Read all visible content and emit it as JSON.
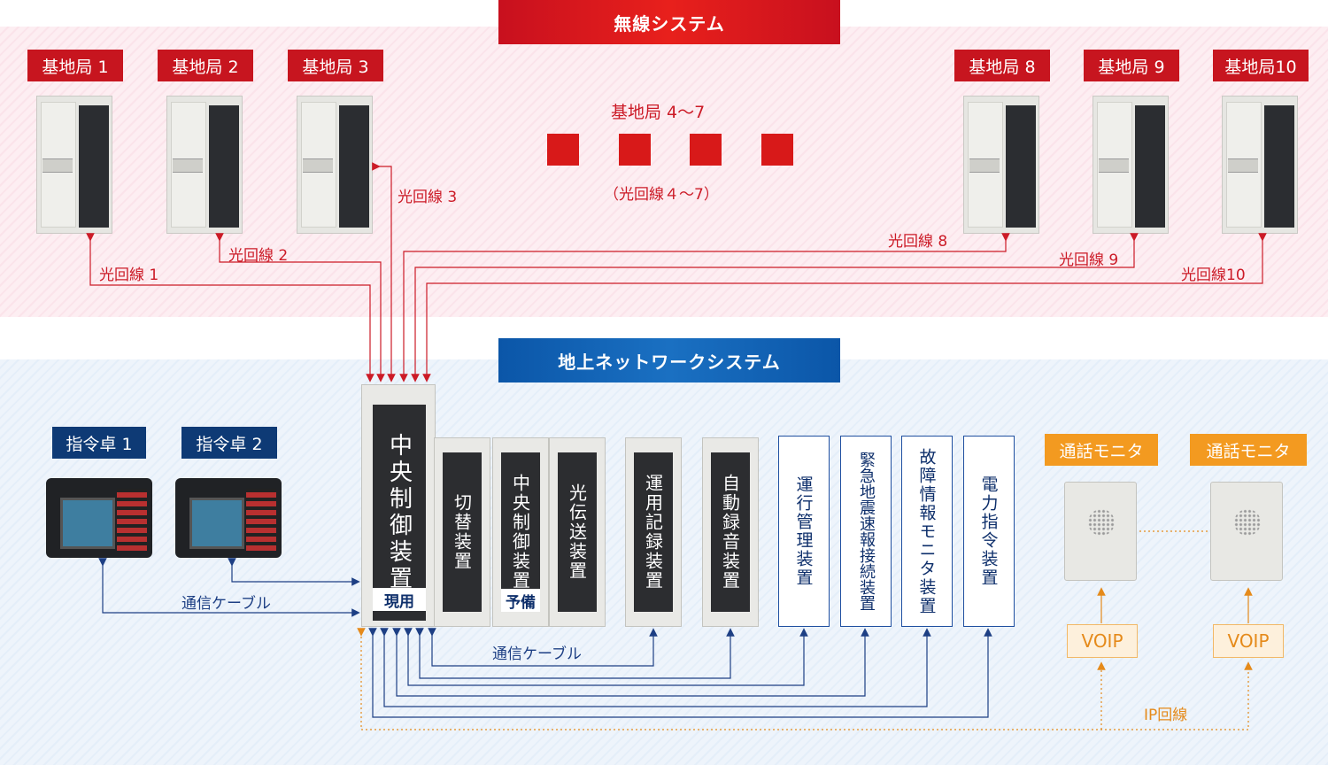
{
  "wireless": {
    "banner": "無線システム",
    "stations": [
      "基地局 1",
      "基地局 2",
      "基地局 3",
      "基地局 8",
      "基地局 9",
      "基地局10"
    ],
    "middle_title": "基地局 4〜7",
    "middle_sub": "（光回線４〜7）",
    "lines": [
      "光回線 1",
      "光回線 2",
      "光回線 3",
      "光回線 8",
      "光回線 9",
      "光回線10"
    ]
  },
  "ground": {
    "banner": "地上ネットワークシステム",
    "consoles": [
      "指令卓 1",
      "指令卓 2"
    ],
    "console_cable": "通信ケーブル",
    "central": "中央制御装置",
    "central_tag": "現用",
    "switch": "切替装置",
    "central_backup": "中央制御装置",
    "backup_tag": "予備",
    "optical": "光伝送装置",
    "operation_log": "運用記録装置",
    "auto_record": "自動録音装置",
    "operation_mgmt": "運行管理装置",
    "earthquake": "緊急地震速報接続装置",
    "fault_monitor": "故障情報モニタ装置",
    "power_command": "電力指令装置",
    "cable": "通信ケーブル",
    "monitors": [
      "通話モニタ",
      "通話モニタ"
    ],
    "voip": [
      "VOIP",
      "VOIP"
    ],
    "ip_line": "IP回線"
  },
  "colors": {
    "red": "#c7151f",
    "navy": "#0e3a75",
    "blue_line": "#1d3f84",
    "orange": "#f39a20"
  }
}
